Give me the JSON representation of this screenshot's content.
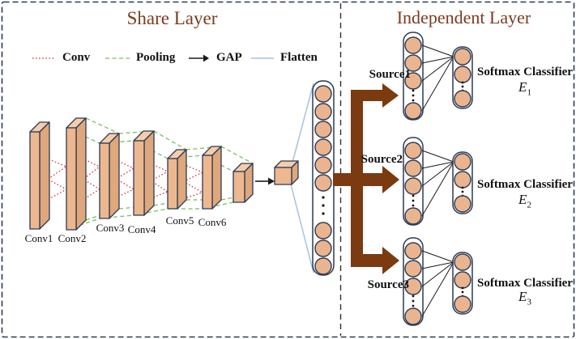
{
  "share_layer": {
    "title": "Share Layer",
    "legend": {
      "items": [
        {
          "label": "Conv",
          "line_style": "red-dotted"
        },
        {
          "label": "Pooling",
          "line_style": "green-dashed"
        },
        {
          "label": "GAP",
          "line_style": "black-arrow"
        },
        {
          "label": "Flatten",
          "line_style": "blue-solid"
        }
      ]
    },
    "conv_blocks": [
      "Conv1",
      "Conv2",
      "Conv3",
      "Conv4",
      "Conv5",
      "Conv6"
    ]
  },
  "independent_layer": {
    "title": "Independent Layer",
    "sources": [
      {
        "label": "Source1",
        "classifier": "Softmax Classifier",
        "symbol": "E",
        "subscript": "1"
      },
      {
        "label": "Source2",
        "classifier": "Softmax Classifier",
        "symbol": "E",
        "subscript": "2"
      },
      {
        "label": "Source3",
        "classifier": "Softmax Classifier",
        "symbol": "E",
        "subscript": "3"
      }
    ]
  },
  "colors": {
    "title_brown": "#7B3B1E",
    "arrow_brown": "#7B3A10",
    "block_fill": "#EDB88F",
    "node_fill": "#E9B48E",
    "outline_navy": "#2B3A55",
    "conv_red": "#CC2020",
    "pooling_green": "#7CBE5E",
    "flatten_blue": "#A5C3DE"
  }
}
